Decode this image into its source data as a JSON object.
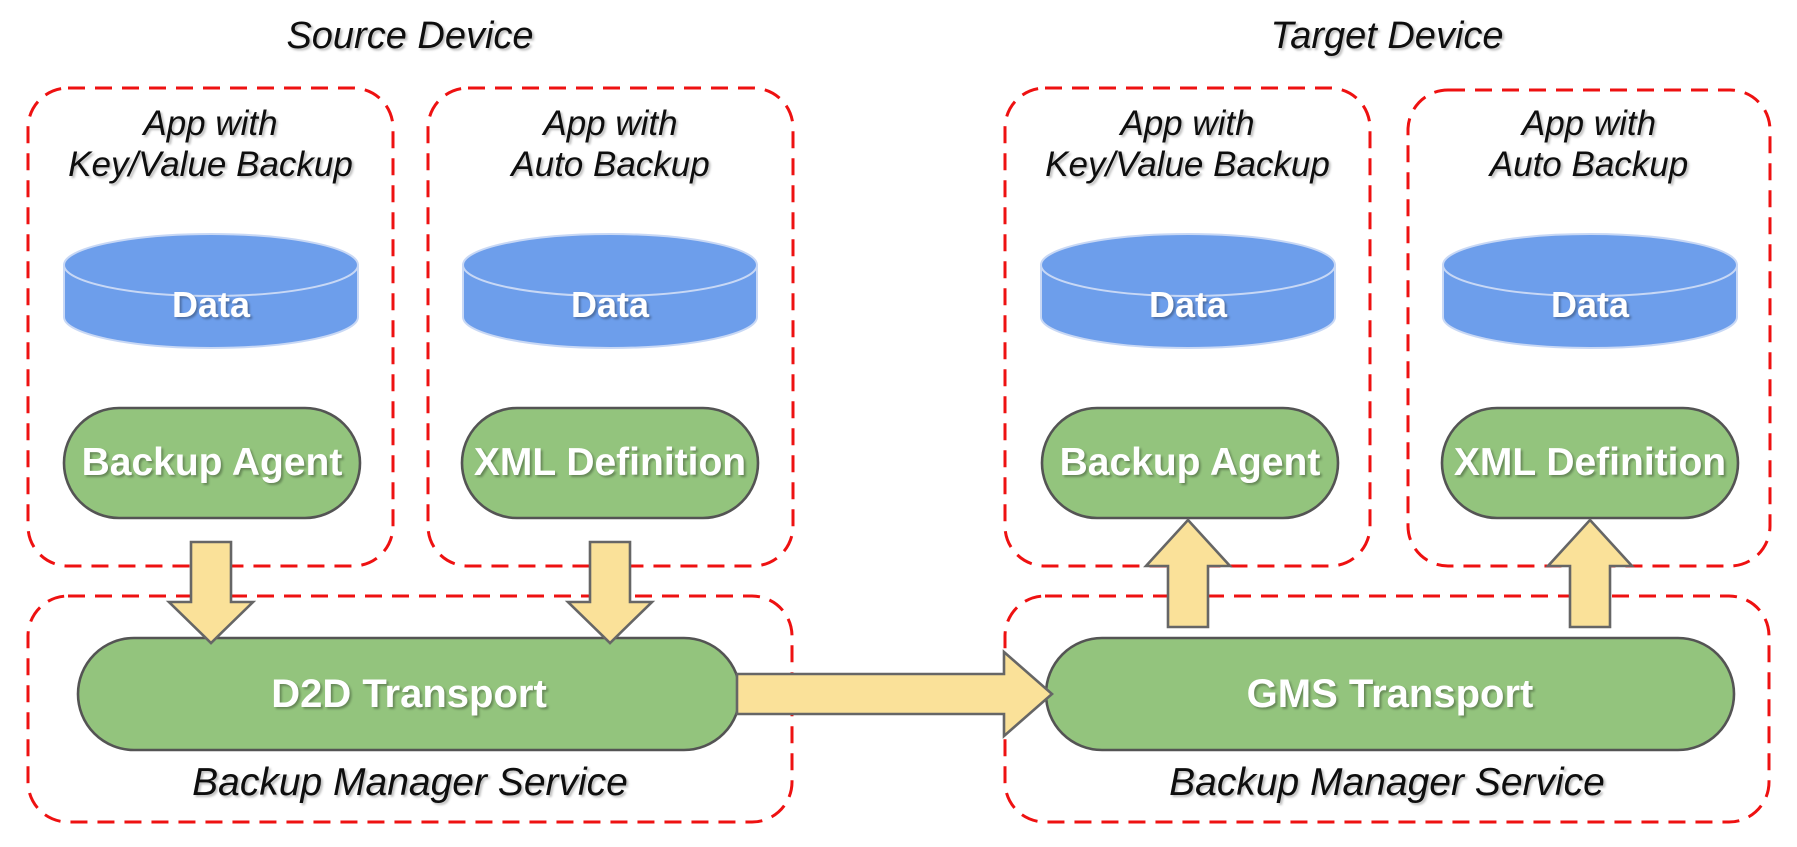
{
  "colors": {
    "boundary_red": "#ee1111",
    "component_green": "#93c47d",
    "component_border": "#545454",
    "data_blue": "#6d9eeb",
    "cylinder_stroke": "#c8d8f5",
    "arrow_yellow": "#fae199",
    "arrow_border": "#666666",
    "text_black": "#0e0e0e",
    "text_white": "#ffffff"
  },
  "source": {
    "title": "Source Device",
    "apps": [
      {
        "title_line1": "App with",
        "title_line2": "Key/Value Backup",
        "data_store": "Data",
        "component": "Backup Agent"
      },
      {
        "title_line1": "App with",
        "title_line2": "Auto Backup",
        "data_store": "Data",
        "component": "XML Definition"
      }
    ],
    "service": {
      "transport": "D2D Transport",
      "label": "Backup Manager Service"
    }
  },
  "target": {
    "title": "Target Device",
    "apps": [
      {
        "title_line1": "App with",
        "title_line2": "Key/Value Backup",
        "data_store": "Data",
        "component": "Backup Agent"
      },
      {
        "title_line1": "App with",
        "title_line2": "Auto Backup",
        "data_store": "Data",
        "component": "XML Definition"
      }
    ],
    "service": {
      "transport": "GMS Transport",
      "label": "Backup Manager Service"
    }
  },
  "flows": [
    {
      "from": "Backup Agent",
      "to": "D2D Transport",
      "direction": "down"
    },
    {
      "from": "XML Definition",
      "to": "D2D Transport",
      "direction": "down"
    },
    {
      "from": "D2D Transport",
      "to": "GMS Transport",
      "direction": "right"
    },
    {
      "from": "GMS Transport",
      "to": "Backup Agent",
      "direction": "up"
    },
    {
      "from": "GMS Transport",
      "to": "XML Definition",
      "direction": "up"
    }
  ]
}
